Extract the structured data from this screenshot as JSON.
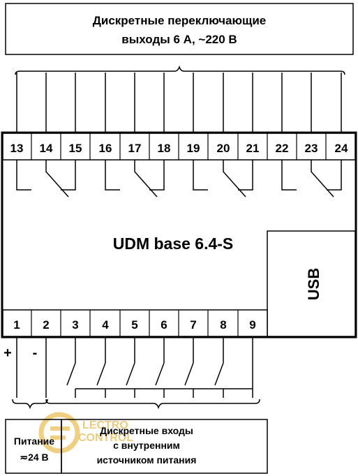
{
  "top_label": {
    "line1": "Дискретные переключающие",
    "line2": "выходы 6 А, ~220 В"
  },
  "device": {
    "name": "UDM base 6.4-S",
    "usb": "USB"
  },
  "top_terminals": [
    "13",
    "14",
    "15",
    "16",
    "17",
    "18",
    "19",
    "20",
    "21",
    "22",
    "23",
    "24"
  ],
  "bottom_terminals": [
    "1",
    "2",
    "3",
    "4",
    "5",
    "6",
    "7",
    "8",
    "9"
  ],
  "polarity": {
    "plus": "+",
    "minus": "-"
  },
  "power_label": {
    "line1": "Питание",
    "line2": "≂24 В"
  },
  "inputs_label": {
    "line1": "Дискретные входы",
    "line2": "с внутренним",
    "line3": "источником питания"
  },
  "watermark": {
    "line1": "LECTRO",
    "line2": "CONTROL"
  }
}
